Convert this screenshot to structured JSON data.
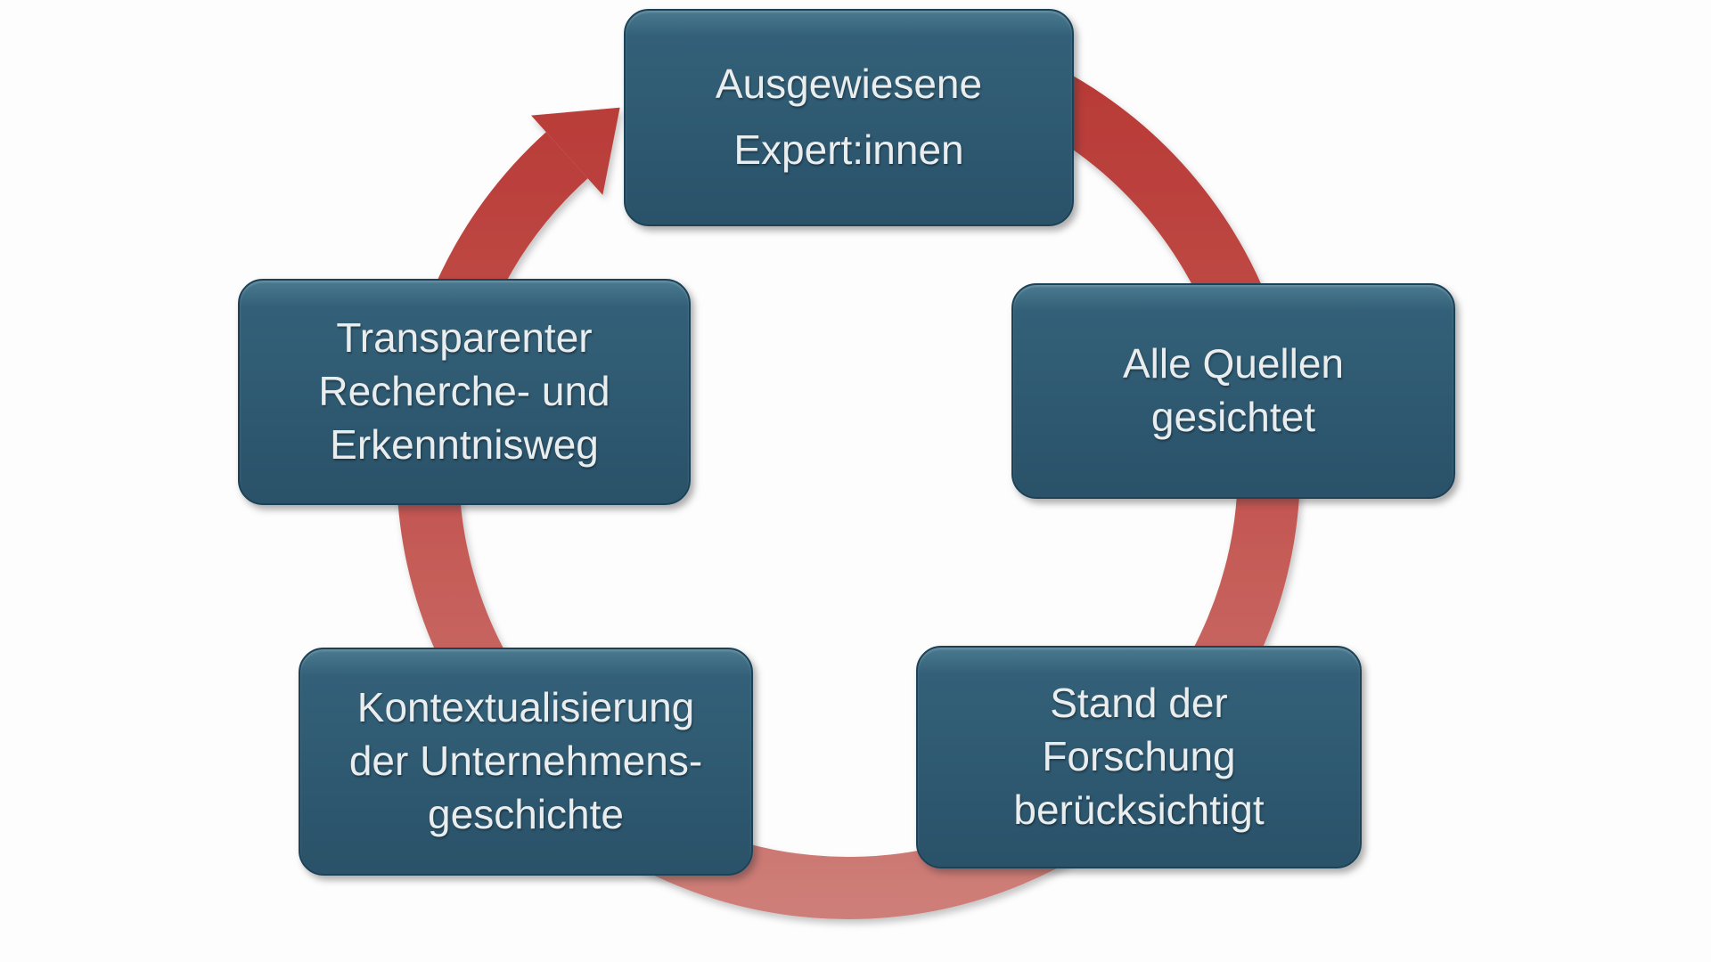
{
  "diagram": {
    "type": "cycle",
    "direction": "clockwise",
    "colors": {
      "background": "#fdfdfd",
      "box_fill": "#2e5971",
      "box_border": "#1d4257",
      "box_text": "#e9edee",
      "arrow_top": "#b63531",
      "arrow_bottom": "#cf837d"
    },
    "nodes": [
      {
        "position": "top",
        "label": "Ausgewiesene\nExpert:innen"
      },
      {
        "position": "right-upper",
        "label": "Alle Quellen\ngesichtet"
      },
      {
        "position": "right-lower",
        "label": "Stand der\nForschung\nberücksichtigt"
      },
      {
        "position": "left-lower",
        "label": "Kontextualisierung\nder Unternehmens-\ngeschichte"
      },
      {
        "position": "left-upper",
        "label": "Transparenter\nRecherche- und\nErkenntnisweg"
      }
    ]
  }
}
